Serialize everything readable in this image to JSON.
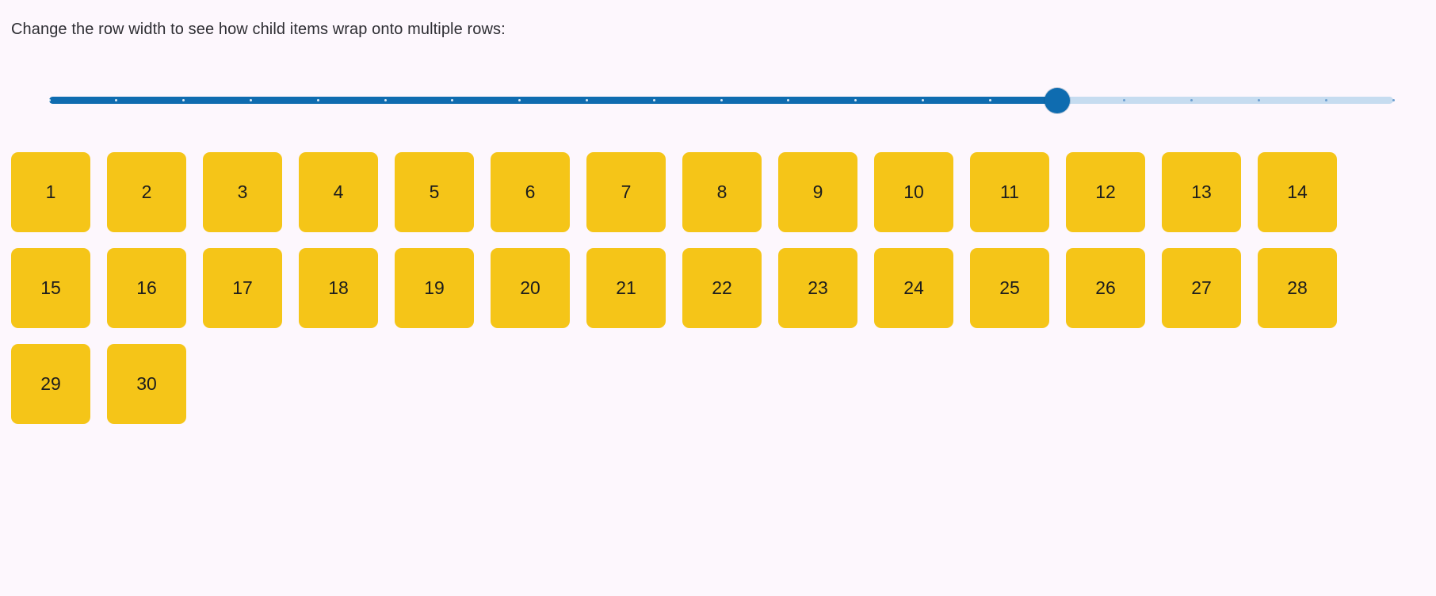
{
  "page": {
    "background_color": "#fdf7fd",
    "instruction": "Change the row width to see how child items wrap onto multiple rows:"
  },
  "slider": {
    "name": "row-width-slider",
    "orientation": "horizontal",
    "min": 0,
    "max": 20,
    "value": 15,
    "tick_count": 21,
    "filled_percent": 75,
    "track_color": "#c6dcf0",
    "fill_color": "#0f6cb0",
    "thumb_color": "#0f6cb0",
    "tick_color": "#ffffff",
    "tick_color_unfilled": "#6d9fd0"
  },
  "items": {
    "count": 30,
    "tile_color": "#f5c518",
    "tile_text_color": "#1d1d1d",
    "labels": [
      "1",
      "2",
      "3",
      "4",
      "5",
      "6",
      "7",
      "8",
      "9",
      "10",
      "11",
      "12",
      "13",
      "14",
      "15",
      "16",
      "17",
      "18",
      "19",
      "20",
      "21",
      "22",
      "23",
      "24",
      "25",
      "26",
      "27",
      "28",
      "29",
      "30"
    ]
  }
}
